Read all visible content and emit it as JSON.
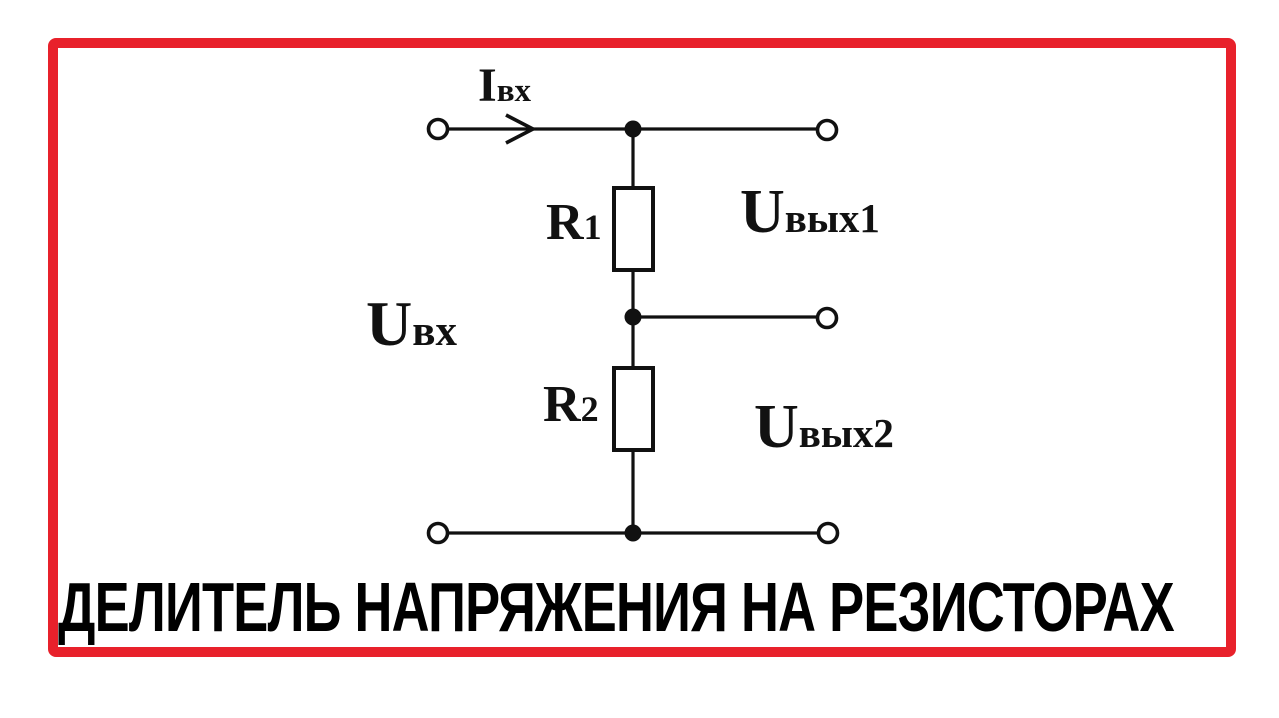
{
  "colors": {
    "accent_red": "#e8212b",
    "ink": "#111111",
    "background": "#ffffff"
  },
  "title": {
    "text": "ДЕЛИТЕЛЬ НАПРЯЖЕНИЯ НА РЕЗИСТОРАХ"
  },
  "circuit": {
    "type": "resistive voltage divider schematic",
    "labels": {
      "input_current": {
        "base": "I",
        "sub": "вх"
      },
      "input_voltage": {
        "base": "U",
        "sub": "вх"
      },
      "resistor_r1": {
        "base": "R",
        "sub": "1"
      },
      "resistor_r2": {
        "base": "R",
        "sub": "2"
      },
      "output_voltage_1": {
        "base": "U",
        "sub": "вых1"
      },
      "output_voltage_2": {
        "base": "U",
        "sub": "вых2"
      }
    }
  }
}
